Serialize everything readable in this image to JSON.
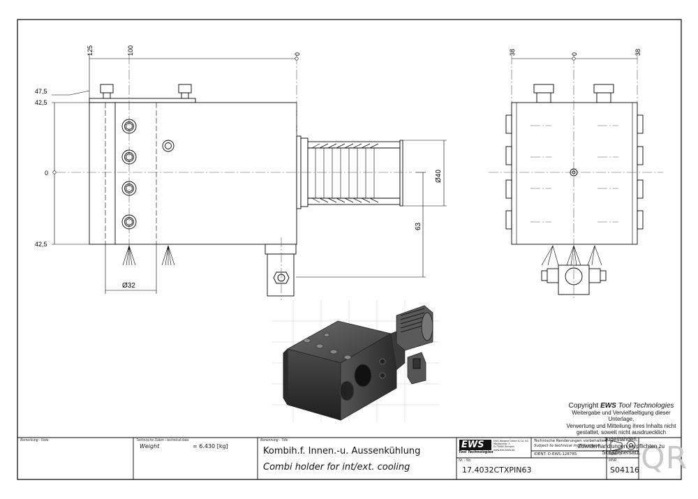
{
  "dimensions": {
    "top_left": [
      "125",
      "100",
      "0"
    ],
    "left_side": [
      "47,5",
      "42,5",
      "0",
      "42,5"
    ],
    "diameter_32": "Ø32",
    "diameter_40": "Ø40",
    "dim_63": "63",
    "side_top": [
      "38",
      "0",
      "38"
    ]
  },
  "copyright": {
    "prefix": "Copyright ",
    "brand": "EWS",
    "suffix": " Tool Technologies",
    "lines": [
      "Weitergabe und Vervielfaeltigung dieser Unterlage,",
      "Verwertung und Mitteilung ihres Inhalts nicht",
      "gestattet, soweit nicht ausdruecklich zugestanden.",
      "Zuwiderhandlungen verpflichten zu Schadenersatz."
    ]
  },
  "title_block": {
    "note_label": "Bemerkung - Note",
    "tech_label": "Technische Daten - technical data",
    "weight_label": "Weight",
    "weight_value": "= 6.430 [kg]",
    "name_label": "Benennung - Title",
    "title_de": "Kombih.f. Innen.-u. Aussenkühlung",
    "title_en": "Combi holder for int/ext. cooling",
    "logo_text": "EWS",
    "logo_sub": "Tool Technologies",
    "company_lines": [
      "EWS Weigele GmbH & Co. KG",
      "Maybachstr. 1",
      "D-73066 Uhingen",
      "www.ews-tools.de"
    ],
    "render_de": "Technische Renderungen vorbehalten!",
    "render_en": "Subject to technical modifications!",
    "ident": "IDENT: D-EWS-128785",
    "rev": "REV: -/-",
    "nr_label": "Nr. - No",
    "part_number": "17.4032CTXPIN63",
    "mnr_label": "MNR",
    "mnr_value": "S04116",
    "qr_text": "QR"
  }
}
